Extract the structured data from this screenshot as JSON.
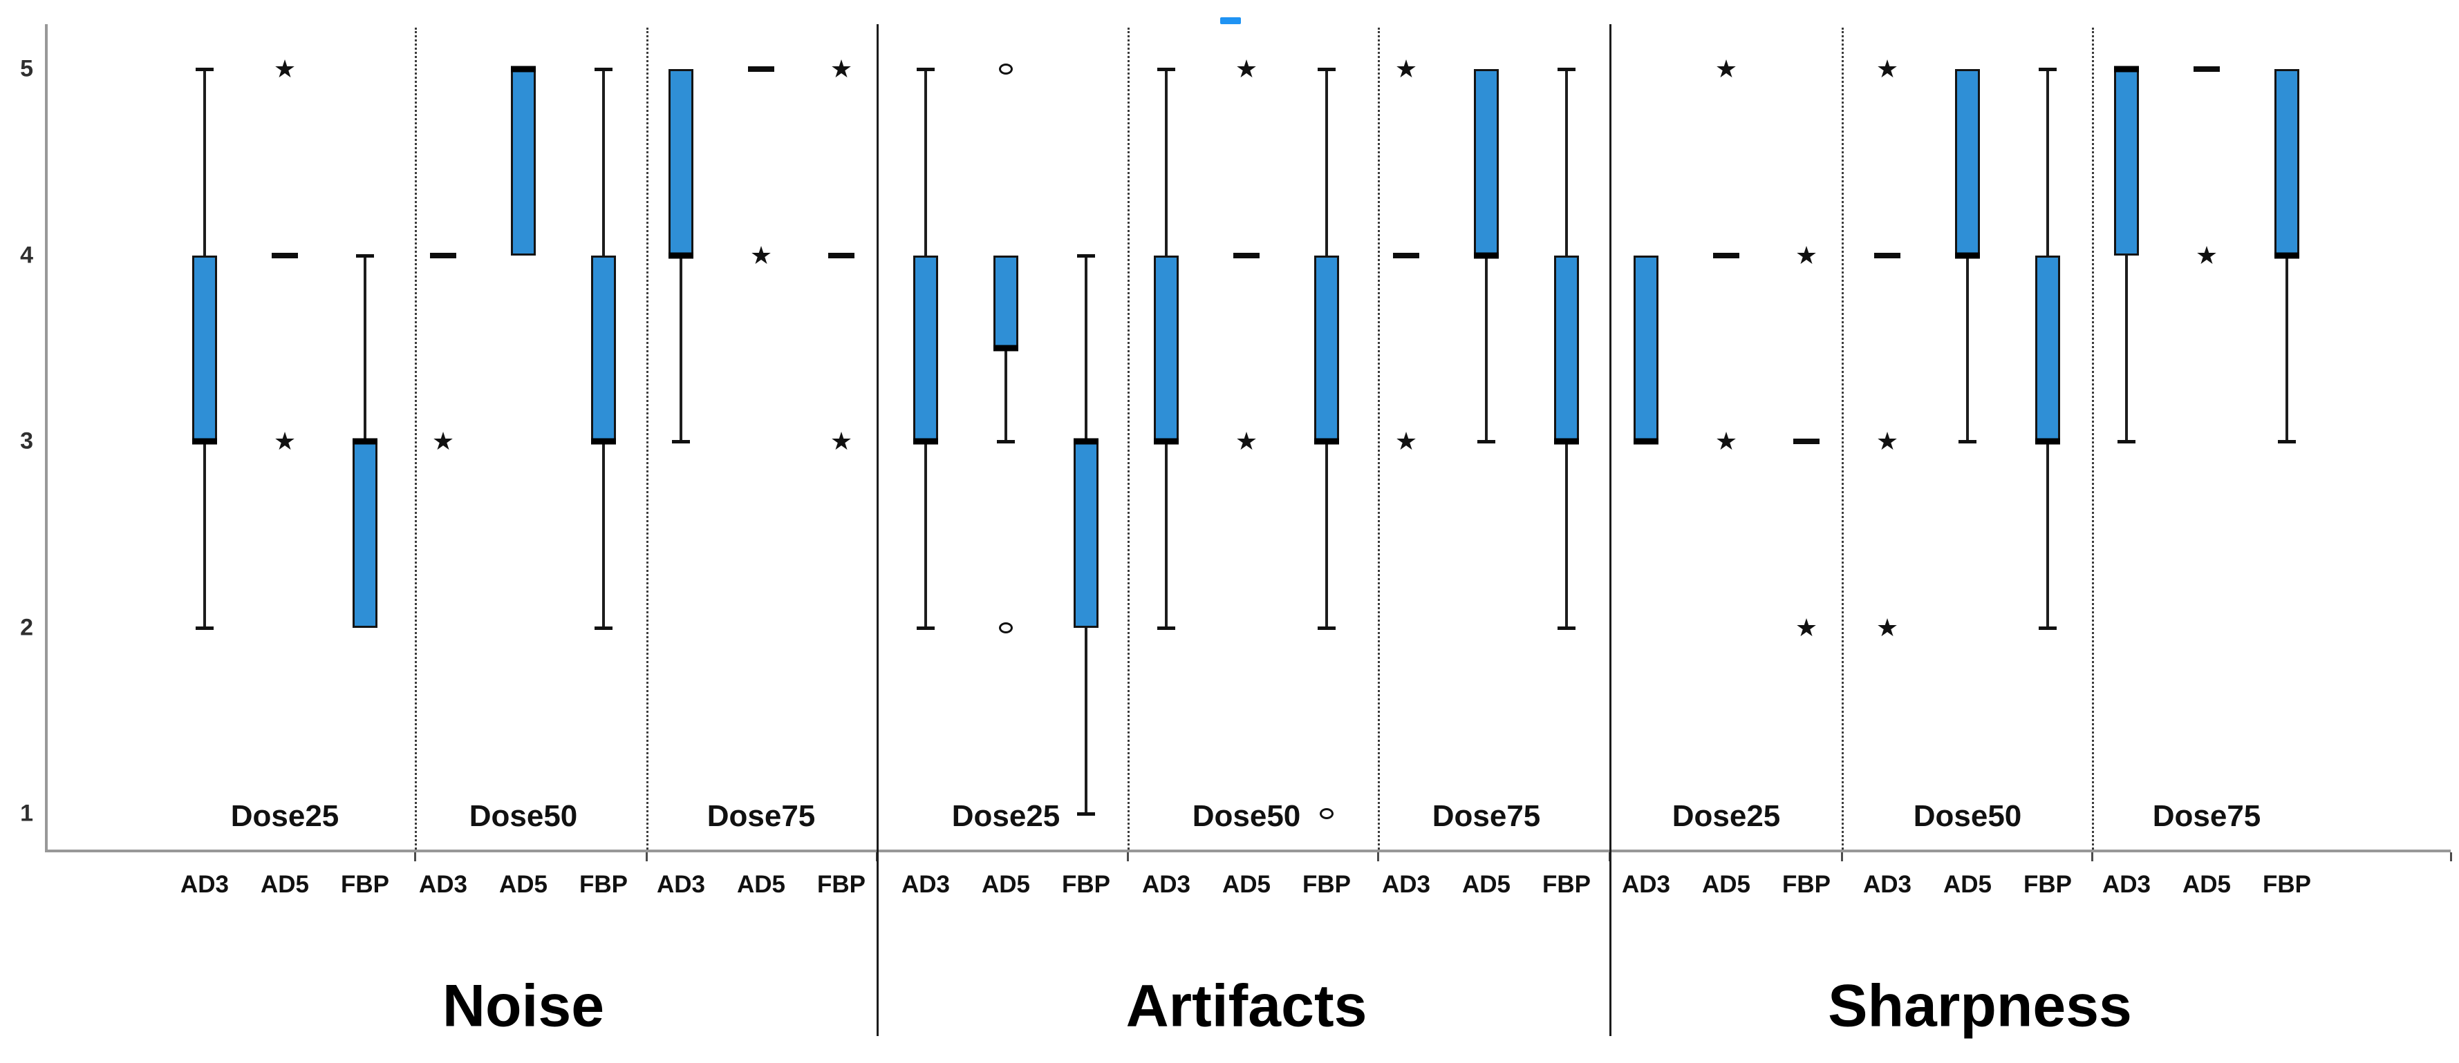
{
  "figure_type": "grouped boxplot figure",
  "y_axis": {
    "tick_labels": [
      "5",
      "4",
      "3",
      "2",
      "1"
    ],
    "min": 1,
    "max": 5
  },
  "method_labels": [
    "AD3",
    "AD5",
    "FBP"
  ],
  "colors": {
    "box_fill": "#2f8fd6",
    "box_border": "#141414",
    "median": "#000000",
    "whisker": "#1d1d1d",
    "axis": "#989898",
    "blue_dash_marker": "#1f93f3",
    "text": "#111111"
  },
  "chart_data": {
    "type": "boxplot",
    "ylabel": "",
    "xlabel": "",
    "ylim": [
      1,
      5
    ],
    "yticks": [
      1,
      2,
      3,
      4,
      5
    ],
    "grid": false,
    "legend": false,
    "panels": [
      {
        "label": "Noise",
        "groups": [
          {
            "label": "Dose25",
            "columns": [
              {
                "method": "AD3",
                "kind": "box",
                "q1": 3,
                "q3": 4,
                "median": 3,
                "whisker_low": 2,
                "whisker_high": 5,
                "stars": [],
                "circles": []
              },
              {
                "method": "AD5",
                "kind": "dash",
                "median": 4,
                "stars": [
                  5,
                  3
                ],
                "circles": []
              },
              {
                "method": "FBP",
                "kind": "box",
                "q1": 2,
                "q3": 3,
                "median": 3,
                "whisker_high": 4,
                "stars": [],
                "circles": []
              }
            ]
          },
          {
            "label": "Dose50",
            "columns": [
              {
                "method": "AD3",
                "kind": "dash",
                "median": 4,
                "stars": [
                  3
                ],
                "circles": []
              },
              {
                "method": "AD5",
                "kind": "box",
                "q1": 4,
                "q3": 5,
                "median": 5,
                "stars": [],
                "circles": []
              },
              {
                "method": "FBP",
                "kind": "box",
                "q1": 3,
                "q3": 4,
                "median": 3,
                "whisker_low": 2,
                "whisker_high": 5,
                "stars": [],
                "circles": []
              }
            ]
          },
          {
            "label": "Dose75",
            "columns": [
              {
                "method": "AD3",
                "kind": "box",
                "q1": 4,
                "q3": 5,
                "median": 4,
                "whisker_low": 3,
                "stars": [],
                "circles": []
              },
              {
                "method": "AD5",
                "kind": "dash",
                "median": 5,
                "stars": [
                  4
                ],
                "circles": []
              },
              {
                "method": "FBP",
                "kind": "dash",
                "median": 4,
                "stars": [
                  5,
                  3
                ],
                "circles": []
              }
            ]
          }
        ]
      },
      {
        "label": "Artifacts",
        "groups": [
          {
            "label": "Dose25",
            "columns": [
              {
                "method": "AD3",
                "kind": "box",
                "q1": 3,
                "q3": 4,
                "median": 3,
                "whisker_low": 2,
                "whisker_high": 5,
                "stars": [],
                "circles": []
              },
              {
                "method": "AD5",
                "kind": "box",
                "q1": 3.5,
                "q3": 4,
                "median": 3.5,
                "whisker_low": 3,
                "stars": [],
                "circles": [
                  5,
                  2
                ]
              },
              {
                "method": "FBP",
                "kind": "box",
                "q1": 2,
                "q3": 3,
                "median": 3,
                "whisker_low": 1,
                "whisker_high": 4,
                "stars": [],
                "circles": []
              }
            ]
          },
          {
            "label": "Dose50",
            "columns": [
              {
                "method": "AD3",
                "kind": "box",
                "q1": 3,
                "q3": 4,
                "median": 3,
                "whisker_low": 2,
                "whisker_high": 5,
                "stars": [],
                "circles": []
              },
              {
                "method": "AD5",
                "kind": "dash",
                "median": 4,
                "stars": [
                  5,
                  3
                ],
                "circles": [],
                "blue_dash_above": 5.26
              },
              {
                "method": "FBP",
                "kind": "box",
                "q1": 3,
                "q3": 4,
                "median": 3,
                "whisker_low": 2,
                "whisker_high": 5,
                "stars": [],
                "circles": [
                  1
                ]
              }
            ]
          },
          {
            "label": "Dose75",
            "columns": [
              {
                "method": "AD3",
                "kind": "dash",
                "median": 4,
                "stars": [
                  5,
                  3
                ],
                "circles": []
              },
              {
                "method": "AD5",
                "kind": "box",
                "q1": 4,
                "q3": 5,
                "median": 4,
                "whisker_low": 3,
                "stars": [],
                "circles": []
              },
              {
                "method": "FBP",
                "kind": "box",
                "q1": 3,
                "q3": 4,
                "median": 3,
                "whisker_low": 2,
                "whisker_high": 5,
                "stars": [],
                "circles": []
              }
            ]
          }
        ]
      },
      {
        "label": "Sharpness",
        "groups": [
          {
            "label": "Dose25",
            "columns": [
              {
                "method": "AD3",
                "kind": "box",
                "q1": 3,
                "q3": 4,
                "median": 3,
                "stars": [],
                "circles": []
              },
              {
                "method": "AD5",
                "kind": "dash",
                "median": 4,
                "stars": [
                  5,
                  3
                ],
                "circles": []
              },
              {
                "method": "FBP",
                "kind": "dash",
                "median": 3,
                "stars": [
                  4,
                  2
                ],
                "circles": []
              }
            ]
          },
          {
            "label": "Dose50",
            "columns": [
              {
                "method": "AD3",
                "kind": "dash",
                "median": 4,
                "stars": [
                  5,
                  3,
                  2
                ],
                "circles": []
              },
              {
                "method": "AD5",
                "kind": "box",
                "q1": 4,
                "q3": 5,
                "median": 4,
                "whisker_low": 3,
                "stars": [],
                "circles": []
              },
              {
                "method": "FBP",
                "kind": "box",
                "q1": 3,
                "q3": 4,
                "median": 3,
                "whisker_low": 2,
                "whisker_high": 5,
                "stars": [],
                "circles": []
              }
            ]
          },
          {
            "label": "Dose75",
            "columns": [
              {
                "method": "AD3",
                "kind": "box",
                "q1": 4,
                "q3": 5,
                "median": 5,
                "whisker_low": 3,
                "stars": [],
                "circles": []
              },
              {
                "method": "AD5",
                "kind": "dash",
                "median": 5,
                "stars": [
                  4
                ],
                "circles": []
              },
              {
                "method": "FBP",
                "kind": "box",
                "q1": 4,
                "q3": 5,
                "median": 4,
                "whisker_low": 3,
                "stars": [],
                "circles": []
              }
            ]
          }
        ]
      }
    ]
  }
}
